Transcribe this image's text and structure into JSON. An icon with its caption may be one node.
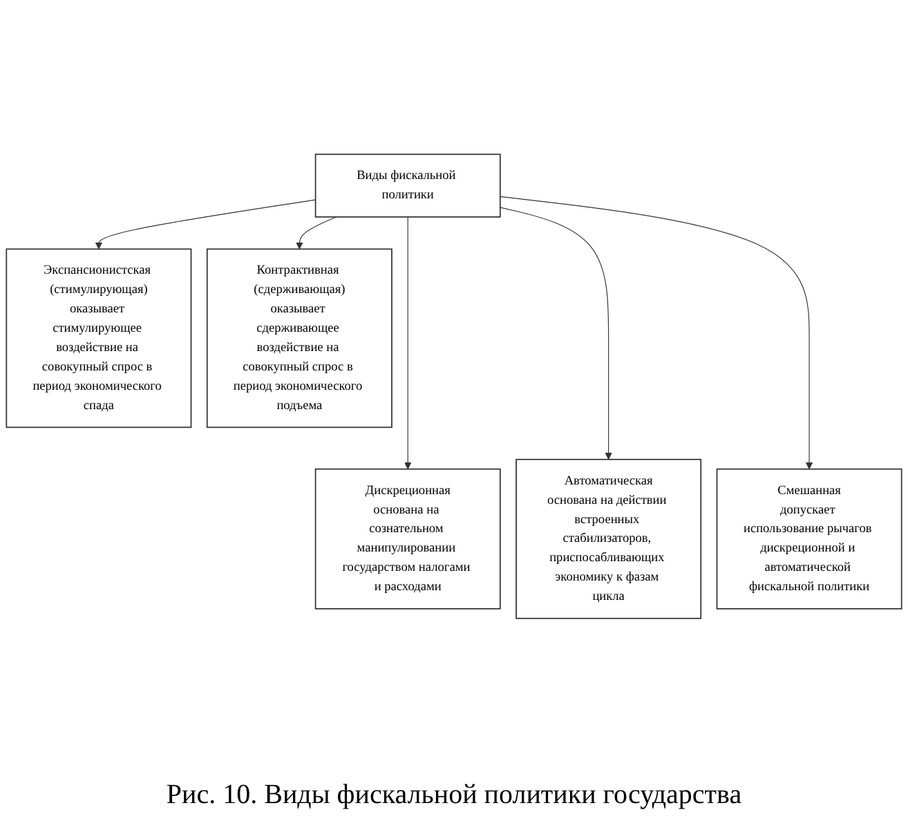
{
  "diagram": {
    "caption": "Рис. 10. Виды фискальной политики государства",
    "nodes": [
      {
        "text": [
          "Виды фискальной политики"
        ]
      },
      {
        "text": [
          "Экспансионистская (стимулирующая)",
          "оказывает стимулирующее воздействие на совокупный спрос в период экономического спада"
        ]
      },
      {
        "text": [
          "Контрактивная (сдерживающая)",
          "оказывает сдерживающее воздействие на совокупный спрос в период экономического подъема"
        ]
      },
      {
        "text": [
          "Дискреционная",
          "основана на сознательном манипулировании государством налогами и расходами"
        ]
      },
      {
        "text": [
          "Автоматическая",
          "основана на действии встроенных стабилизаторов, приспосабливающих экономику к фазам цикла"
        ]
      },
      {
        "text": [
          "Смешанная",
          "допускает использование рычагов дискреционной и автоматической фискальной политики"
        ]
      }
    ],
    "edges": [
      {
        "from": 0,
        "to": 1,
        "arrow": "to"
      },
      {
        "from": 0,
        "to": 2,
        "arrow": "to"
      },
      {
        "from": 0,
        "to": 3,
        "arrow": "to"
      },
      {
        "from": 0,
        "to": 4,
        "arrow": "to"
      },
      {
        "from": 0,
        "to": 5,
        "arrow": "to"
      }
    ]
  }
}
